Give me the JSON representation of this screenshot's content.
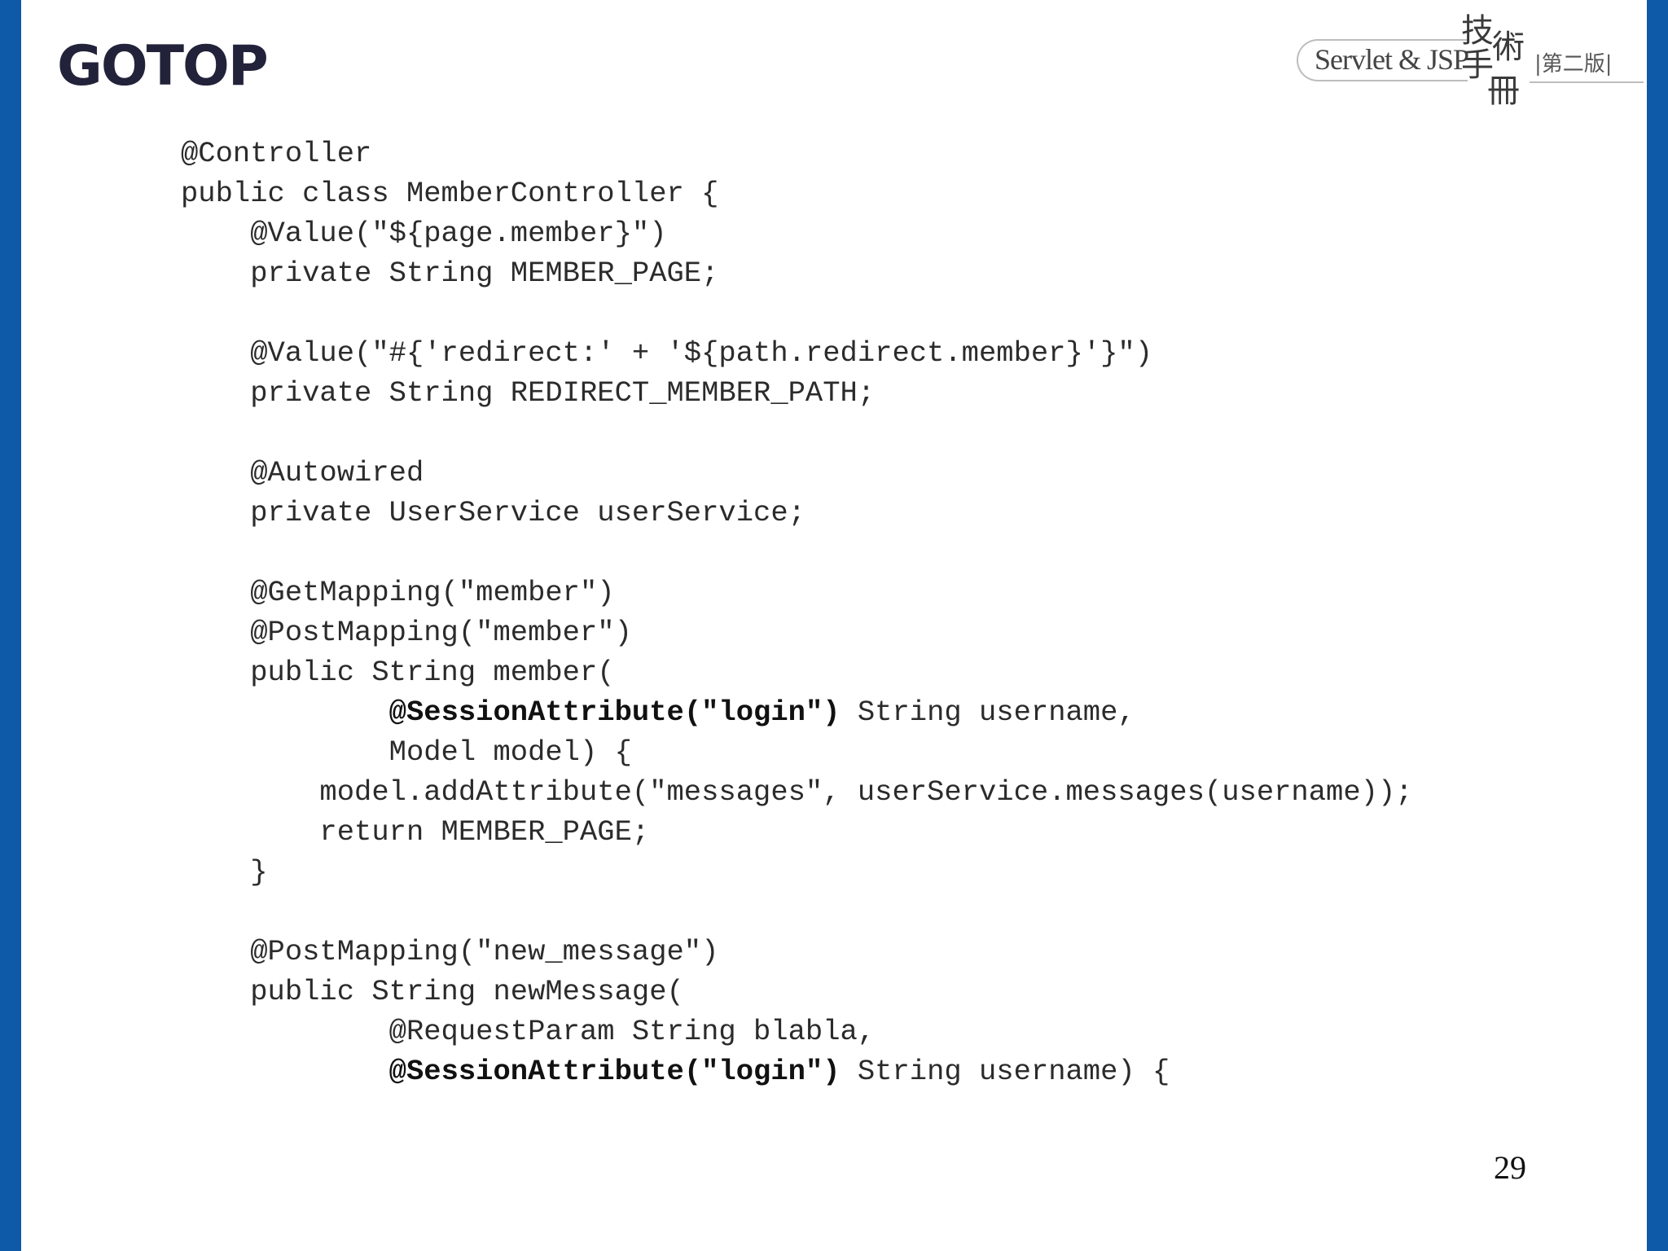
{
  "logo": {
    "text": "GOTOP"
  },
  "book_badge": {
    "title": "Servlet & JSP",
    "calligraphy": [
      "技",
      "術",
      "手",
      "冊"
    ],
    "edition": "|第二版|"
  },
  "code": {
    "lines": [
      {
        "text": "@Controller"
      },
      {
        "text": "public class MemberController {"
      },
      {
        "text": "    @Value(\"${page.member}\")"
      },
      {
        "text": "    private String MEMBER_PAGE;"
      },
      {
        "text": ""
      },
      {
        "text": "    @Value(\"#{'redirect:' + '${path.redirect.member}'}\")"
      },
      {
        "text": "    private String REDIRECT_MEMBER_PATH;"
      },
      {
        "text": ""
      },
      {
        "text": "    @Autowired"
      },
      {
        "text": "    private UserService userService;"
      },
      {
        "text": ""
      },
      {
        "text": "    @GetMapping(\"member\")"
      },
      {
        "text": "    @PostMapping(\"member\")"
      },
      {
        "text": "    public String member("
      },
      {
        "indent": "            ",
        "bold": "@SessionAttribute(\"login\")",
        "rest": " String username,"
      },
      {
        "text": "            Model model) {"
      },
      {
        "text": "        model.addAttribute(\"messages\", userService.messages(username));"
      },
      {
        "text": "        return MEMBER_PAGE;"
      },
      {
        "text": "    }"
      },
      {
        "text": ""
      },
      {
        "text": "    @PostMapping(\"new_message\")"
      },
      {
        "text": "    public String newMessage("
      },
      {
        "text": "            @RequestParam String blabla,"
      },
      {
        "indent": "            ",
        "bold": "@SessionAttribute(\"login\")",
        "rest": " String username) {"
      }
    ]
  },
  "page_number": "29"
}
